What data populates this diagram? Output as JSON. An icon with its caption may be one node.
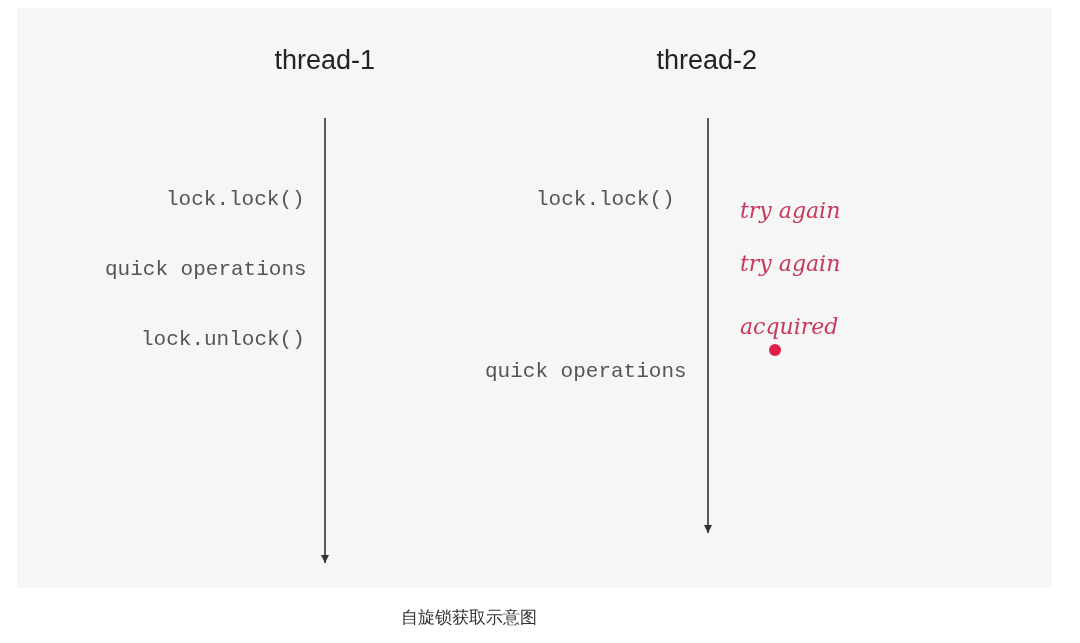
{
  "diagram": {
    "caption": "自旋锁获取示意图",
    "nodes": [
      {
        "text": [
          "thread-1"
        ]
      },
      {
        "text": [
          "thread-2"
        ]
      }
    ],
    "edges": [
      {
        "from": 0,
        "to": null,
        "arrow": "to"
      },
      {
        "from": 1,
        "to": null,
        "arrow": "to"
      }
    ],
    "labels": [
      "lock.lock()",
      "lock.lock()",
      "try again",
      "quick operations",
      "try again",
      "lock.unlock()",
      "acquired",
      "quick operations"
    ]
  }
}
